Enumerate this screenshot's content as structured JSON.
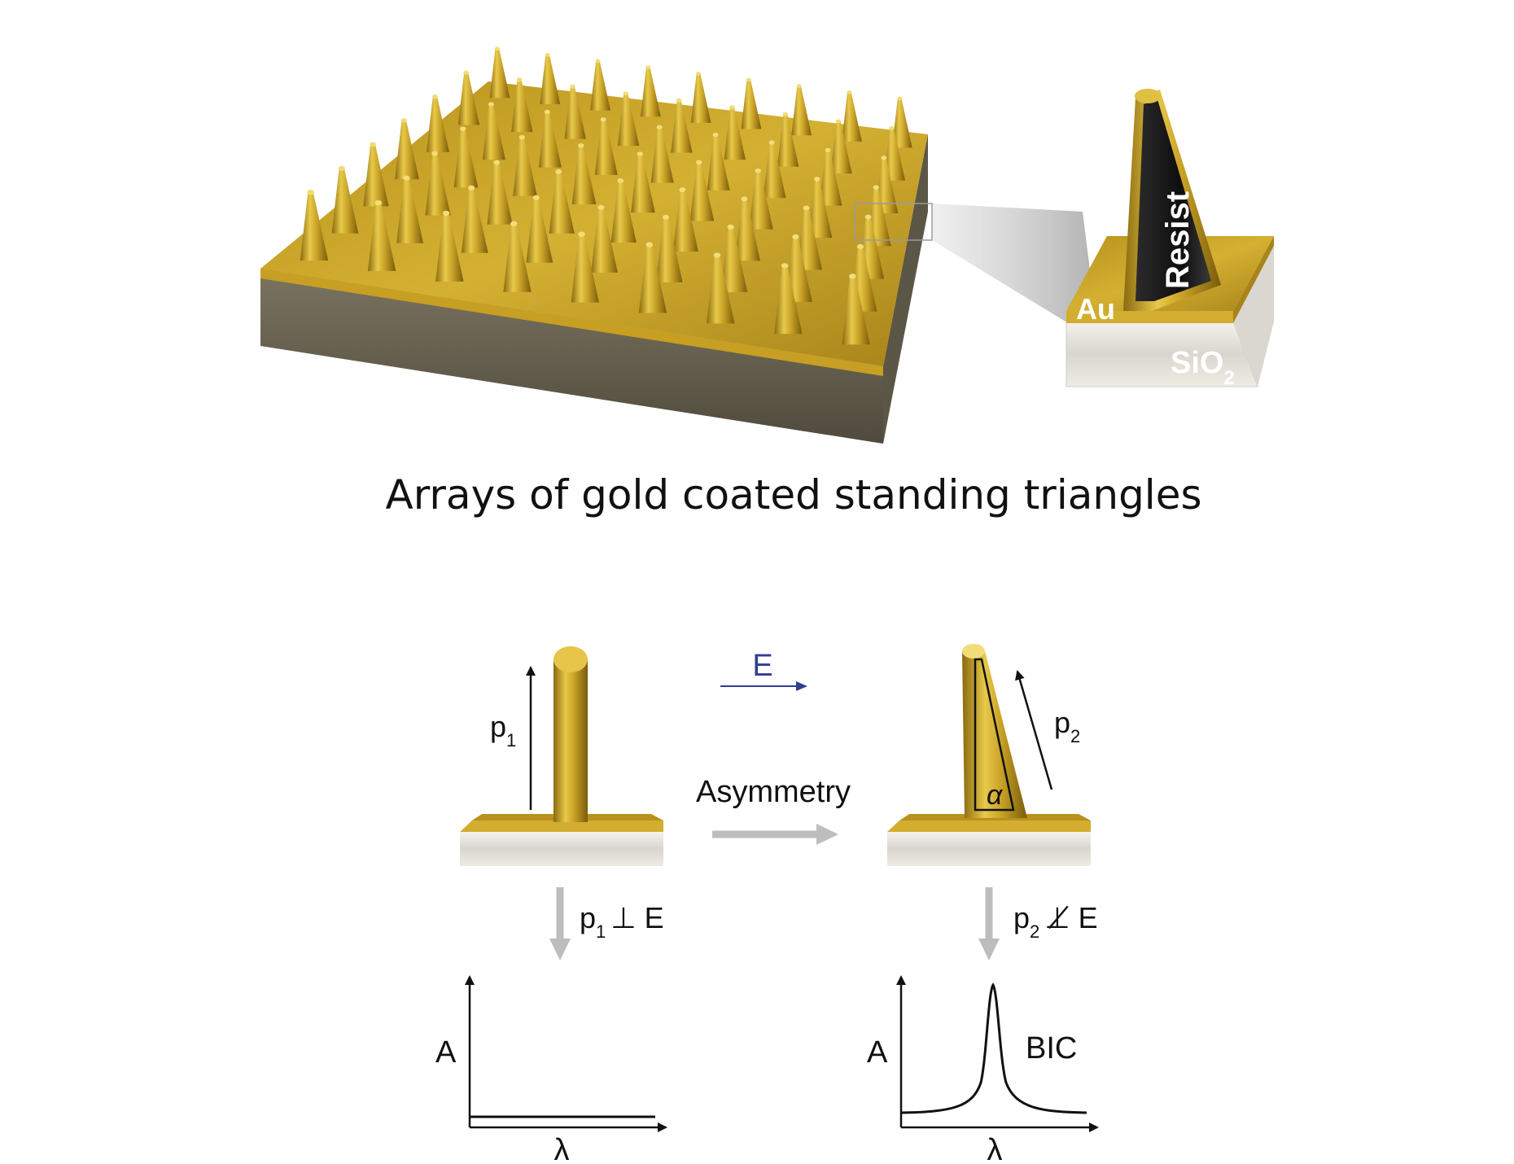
{
  "caption": "Arrays of gold coated standing triangles",
  "inset": {
    "layer_resist": "Resist",
    "layer_au": "Au",
    "layer_sio2_main": "SiO",
    "layer_sio2_sub": "2"
  },
  "diagram": {
    "field": "E",
    "p1_main": "p",
    "p1_sub": "1",
    "p2_main": "p",
    "p2_sub": "2",
    "angle": "α",
    "transition": "Asymmetry",
    "cond_left_main": "p",
    "cond_left_sub": "1",
    "cond_left_rel": "⊥ E",
    "cond_right_main": "p",
    "cond_right_sub": "2",
    "cond_right_rel": "⊥̸ E",
    "plot_left_ylabel": "A",
    "plot_left_xlabel": "λ",
    "plot_right_ylabel": "A",
    "plot_right_xlabel": "λ",
    "peak_label": "BIC"
  },
  "colors": {
    "gold": "#c9a227",
    "gold_dark": "#8a6a0e",
    "gold_light": "#f2dc7a",
    "substrate": "#6d6552",
    "field_arrow": "#2f3f8f",
    "gray_arrow": "#bdbdbd"
  }
}
